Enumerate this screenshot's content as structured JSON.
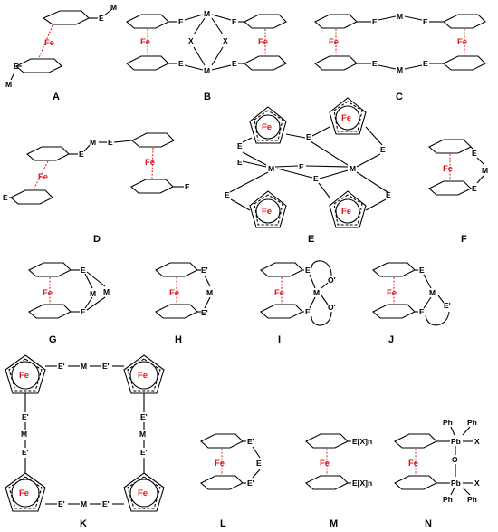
{
  "fe_label": "Fe",
  "panel_labels": [
    "A",
    "B",
    "C",
    "D",
    "E",
    "F",
    "G",
    "H",
    "I",
    "J",
    "K",
    "L",
    "M",
    "N"
  ],
  "atoms": {
    "E": "E",
    "M": "M",
    "X": "X",
    "E_prime": "E'",
    "O_prime": "O'",
    "E_X_n": "E[X]n",
    "Ph": "Ph",
    "Pb": "Pb",
    "O": "O"
  },
  "colors": {
    "iron": "#e0141c",
    "bond": "#000000",
    "background": "#ffffff"
  }
}
